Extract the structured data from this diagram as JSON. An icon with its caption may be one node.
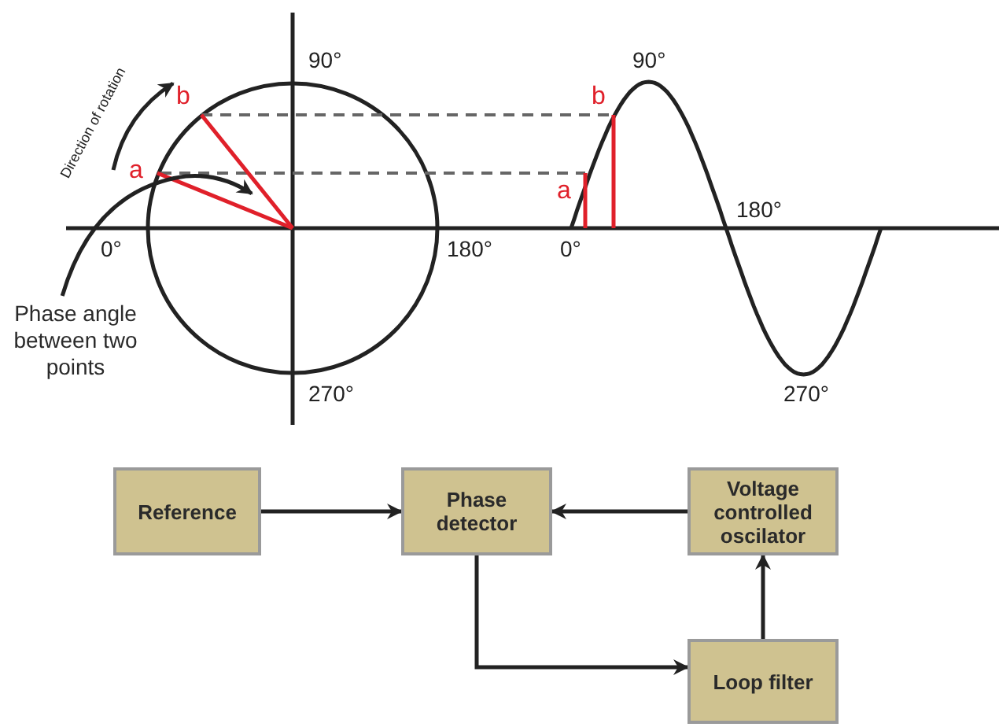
{
  "diagram": {
    "nodes": [
      {
        "text": [
          "Phase angle between two points"
        ]
      },
      {
        "text": [
          "Reference"
        ]
      },
      {
        "text": [
          "Phase detector"
        ]
      },
      {
        "text": [
          "Voltage controlled oscilator"
        ]
      },
      {
        "text": [
          "Loop filter"
        ]
      }
    ],
    "edges": [
      {
        "from": 0,
        "to": null,
        "arrow": "to"
      },
      {
        "from": 1,
        "to": 2,
        "arrow": "to"
      },
      {
        "from": 3,
        "to": 2,
        "arrow": "to"
      },
      {
        "from": 2,
        "to": 4,
        "arrow": "to"
      },
      {
        "from": 4,
        "to": 3,
        "arrow": "to"
      }
    ],
    "labels": [
      "90°",
      "90°",
      "Direction of rotation",
      "b",
      "b",
      "a",
      "a",
      "0°",
      "180°",
      "180°",
      "0°",
      "270°",
      "270°"
    ]
  }
}
